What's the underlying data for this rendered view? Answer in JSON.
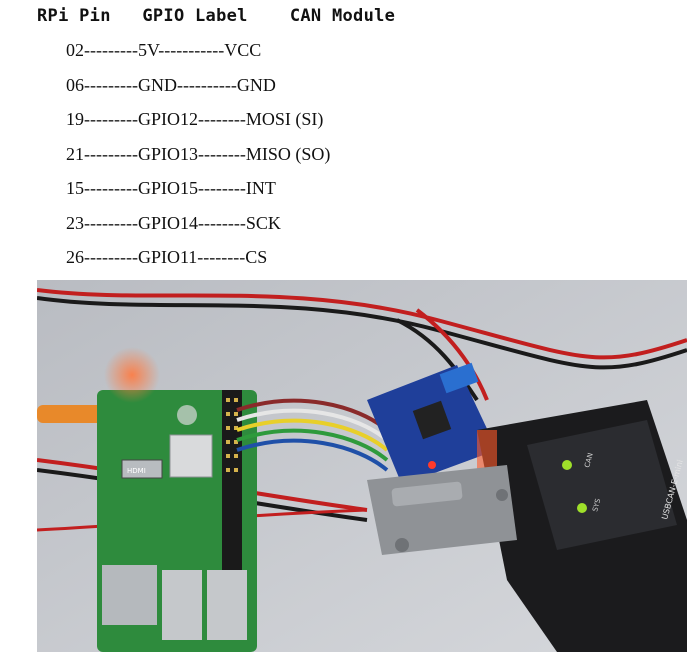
{
  "header": {
    "text": "RPi Pin   GPIO Label    CAN Module"
  },
  "rows": [
    "02---------5V-----------VCC",
    "06---------GND----------GND",
    "19---------GPIO12--------MOSI (SI)",
    "21---------GPIO13--------MISO (SO)",
    "15---------GPIO15--------INT",
    "23---------GPIO14--------SCK",
    "26---------GPIO11--------CS"
  ],
  "photo": {
    "usbcan_label": "USBCAN-E-mini",
    "can_led_label": "CAN",
    "sys_led_label": "SYS",
    "hdmi_label": "HDMI"
  },
  "colors": {
    "board_green": "#2e8b3d",
    "can_board_blue": "#1f3f9a",
    "adapter_black": "#1b1b1d",
    "desk": "#c9ccd1"
  }
}
